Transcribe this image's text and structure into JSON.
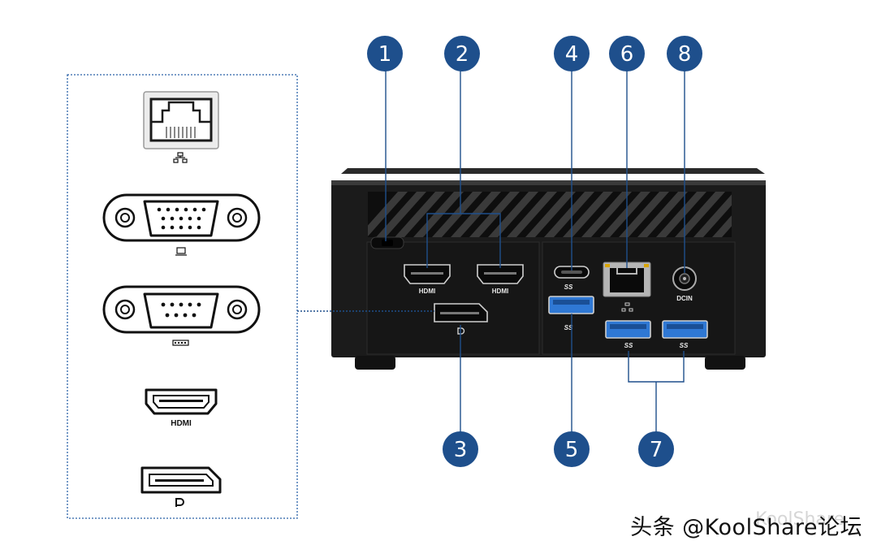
{
  "callouts": [
    "1",
    "2",
    "3",
    "4",
    "5",
    "6",
    "7",
    "8"
  ],
  "labels": {
    "hdmi": "HDMI",
    "dcin": "DCIN",
    "ss": "SS"
  },
  "legend_labels": {
    "hdmi": "HDMI"
  },
  "watermark": "头条 @KoolShare论坛",
  "ghost_watermark": "KoolShare",
  "colors": {
    "callout": "#1e4f8c",
    "leader": "#1e4f8c",
    "usb_blue": "#2f78d4",
    "chassis": "#1b1b1b",
    "legend_border": "#2a62a8"
  },
  "icons": [
    "ethernet-port-icon",
    "vga-port-icon",
    "serial-port-icon",
    "hdmi-port-icon",
    "displayport-port-icon",
    "network-icon",
    "monitor-icon",
    "serial-icon",
    "displayport-logo-icon",
    "usb-ss-icon"
  ]
}
